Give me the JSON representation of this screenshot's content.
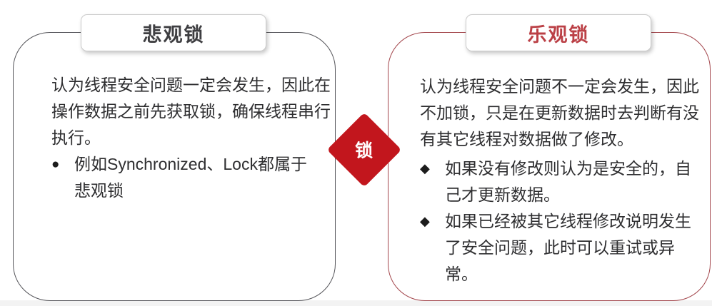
{
  "diagram": {
    "center": {
      "label": "锁",
      "shape": "diamond-icon",
      "fill_color": "#c2161d",
      "text_color": "#ffffff"
    },
    "left_panel": {
      "title": "悲观锁",
      "title_color": "#3e3e41",
      "border_color": "#55555a",
      "bullet_icon": "●",
      "paragraph": "认为线程安全问题一定会发生，因此在\n操作数据之前先获取锁，确保线程串行\n执行。",
      "bullets": [
        "例如Synchronized、Lock都属于\n悲观锁"
      ]
    },
    "right_panel": {
      "title": "乐观锁",
      "title_color": "#bb4046",
      "border_color": "#a3464c",
      "bullet_icon": "◆",
      "paragraph": "认为线程安全问题不一定会发生，因此\n不加锁，只是在更新数据时去判断有没\n有其它线程对数据做了修改。",
      "bullets": [
        "如果没有修改则认为是安全的，自\n己才更新数据。",
        "如果已经被其它线程修改说明发生\n了安全问题，此时可以重试或异常。"
      ]
    }
  }
}
